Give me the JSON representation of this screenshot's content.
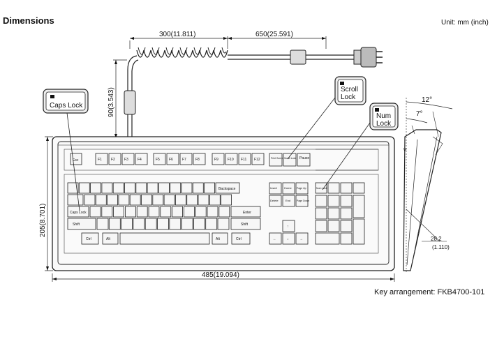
{
  "header": {
    "title": "Dimensions",
    "unit": "Unit: mm (inch)"
  },
  "dimensions": {
    "cable_coiled": "300(11.811)",
    "cable_straight": "650(25.591)",
    "cable_height": "90(3.543)",
    "depth": "205(8.701)",
    "width": "485(19.094)",
    "tilt_max": "12°",
    "tilt_min": "7°",
    "height_value": "28.2",
    "height_inch": "(1.110)"
  },
  "callouts": {
    "caps_lock": "Caps Lock",
    "scroll_lock_1": "Scroll",
    "scroll_lock_2": "Lock",
    "num_lock_1": "Num",
    "num_lock_2": "Lock"
  },
  "keys": {
    "esc": "Esc",
    "f": [
      "F1",
      "F2",
      "F3",
      "F4",
      "F5",
      "F6",
      "F7",
      "F8",
      "F9",
      "F10",
      "F11",
      "F12"
    ],
    "backspace": "Backspace",
    "enter": "Enter",
    "shift_left": "Shift",
    "shift_right": "Shift",
    "caps": "Caps Lock",
    "ctrl_left": "Ctrl",
    "alt_left": "Alt",
    "alt_right": "Alt",
    "ctrl_right": "Ctrl",
    "insert": "Insert",
    "home": "Home",
    "page_up": "Page Up",
    "delete": "Delete",
    "end": "End",
    "page_down": "Page Down",
    "num_lock": "Num Lock",
    "print_screen": "Print Screen",
    "scroll_lock": "Scroll Lock",
    "pause": "Pause"
  },
  "footer": {
    "arrangement": "Key arrangement: FKB4700-101"
  }
}
